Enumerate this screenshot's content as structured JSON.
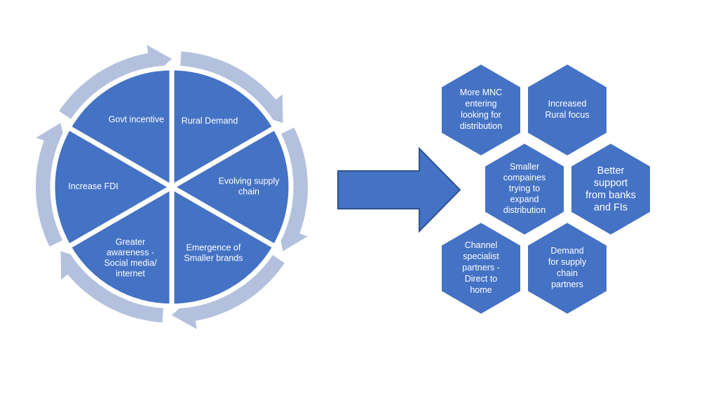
{
  "colors": {
    "segment": "#4472C4",
    "ring": "#B4C1DE",
    "text": "#ffffff",
    "hex_edge": "#ffffff"
  },
  "cycle": {
    "segments": [
      {
        "lines": [
          "Rural Demand"
        ]
      },
      {
        "lines": [
          "Evolving supply",
          "chain"
        ]
      },
      {
        "lines": [
          "Emergence of",
          "Smaller brands"
        ]
      },
      {
        "lines": [
          "Greater",
          "awareness -",
          "Social media/",
          "internet"
        ]
      },
      {
        "lines": [
          "Increase FDI"
        ]
      },
      {
        "lines": [
          "Govt incentive"
        ]
      }
    ]
  },
  "arrow": {
    "icon": "right-block-arrow"
  },
  "hexagons": [
    {
      "lines": [
        "More MNC",
        "entering",
        "looking for",
        "distribution"
      ]
    },
    {
      "lines": [
        "Increased",
        "Rural focus"
      ]
    },
    {
      "lines": [
        "Smaller",
        "compaines",
        "trying to",
        "expand",
        "distribution"
      ]
    },
    {
      "lines": [
        "Better",
        "support",
        "from banks",
        "and FIs"
      ]
    },
    {
      "lines": [
        "Channel",
        "specialist",
        "partners -",
        "Direct to",
        "home"
      ]
    },
    {
      "lines": [
        "Demand",
        "for supply",
        "chain",
        "partners"
      ]
    }
  ]
}
